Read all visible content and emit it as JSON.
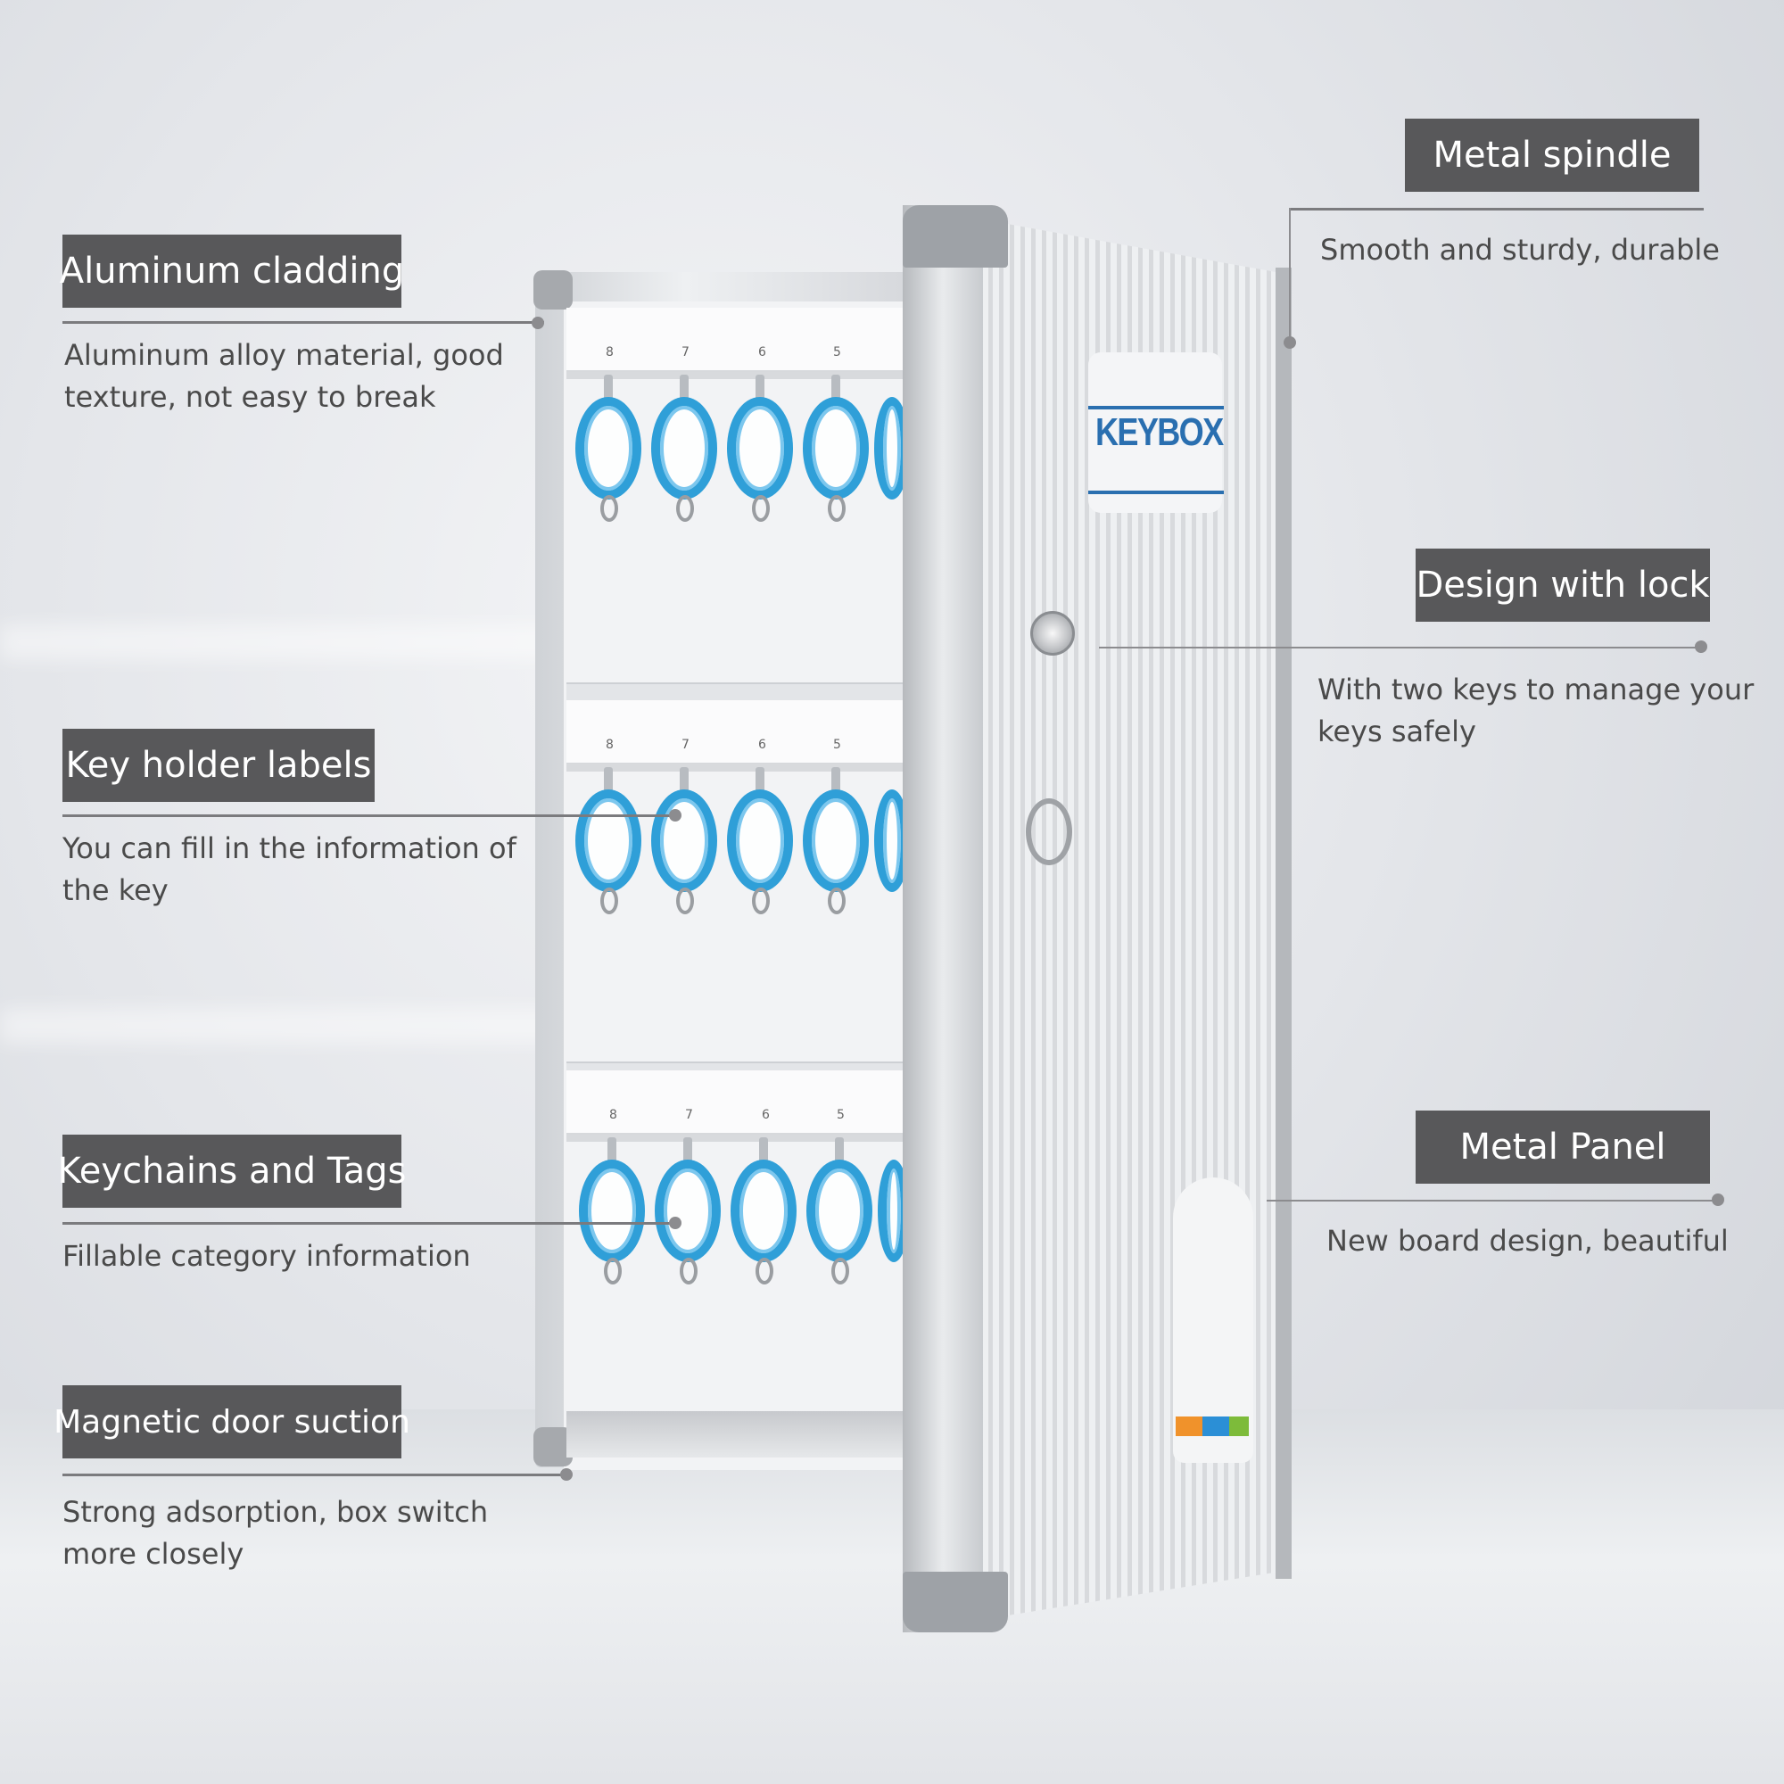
{
  "product": {
    "logo_text": "KEYBOX",
    "hook_numbers": [
      "8",
      "7",
      "6",
      "5"
    ]
  },
  "callouts": [
    {
      "id": "aluminum-cladding",
      "title": "Aluminum cladding",
      "description": "Aluminum alloy material, good texture, not easy to break"
    },
    {
      "id": "key-holder-labels",
      "title": "Key holder labels",
      "description": "You can fill in the information of the key"
    },
    {
      "id": "keychains-and-tags",
      "title": "Keychains and Tags",
      "description": "Fillable category information"
    },
    {
      "id": "magnetic-door-suction",
      "title": "Magnetic door suction",
      "description": "Strong adsorption, box switch more closely"
    },
    {
      "id": "metal-spindle",
      "title": "Metal spindle",
      "description": "Smooth and sturdy, durable"
    },
    {
      "id": "design-with-lock",
      "title": "Design with lock",
      "description": "With two keys to manage your keys safely"
    },
    {
      "id": "metal-panel",
      "title": "Metal Panel",
      "description": "New board design, beautiful"
    }
  ],
  "colors": {
    "label_bg": "#58585a",
    "label_text": "#ffffff",
    "tag_blue": "#2f9fd8",
    "logo_blue": "#2a6fb0",
    "decal_orange": "#f0922b",
    "decal_blue": "#2b8fd6",
    "decal_green": "#7dbb3a"
  }
}
